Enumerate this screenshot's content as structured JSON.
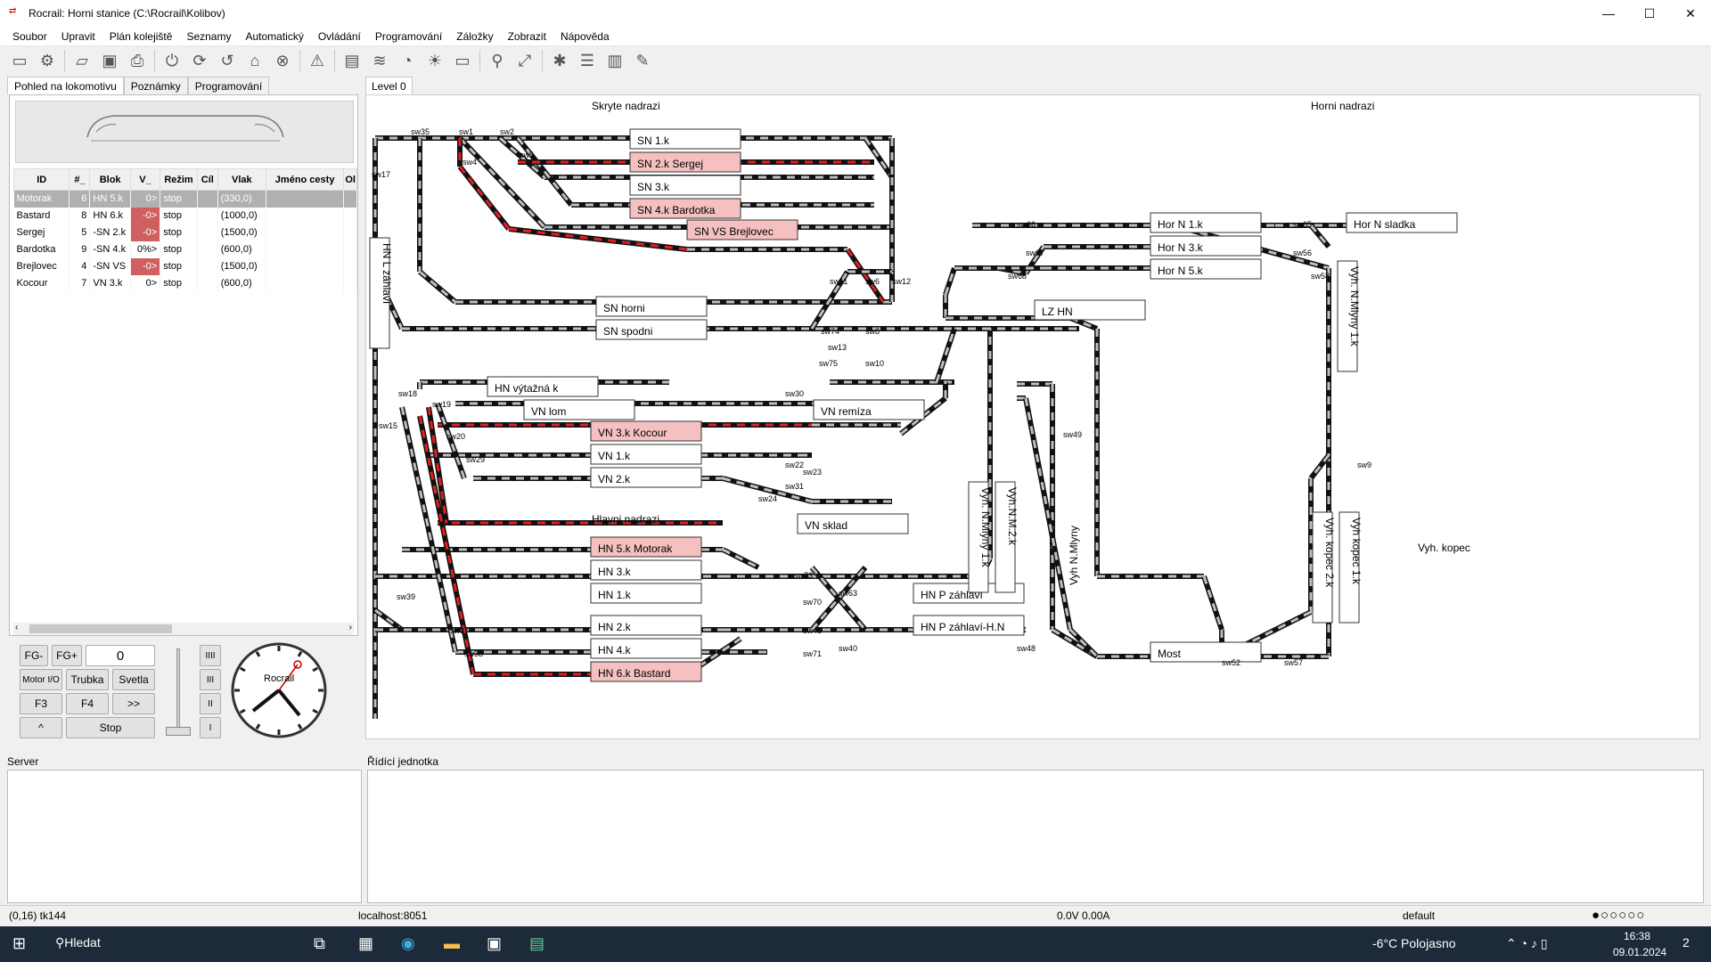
{
  "window": {
    "title": "Rocrail: Horni stanice (C:\\Rocrail\\Kolibov)"
  },
  "menu": [
    "Soubor",
    "Upravit",
    "Plán kolejiště",
    "Seznamy",
    "Automatický",
    "Ovládání",
    "Programování",
    "Záložky",
    "Zobrazit",
    "Nápověda"
  ],
  "toolbar_icons": [
    "server-icon",
    "settings-icon",
    "open-icon",
    "save-icon",
    "print-icon",
    "power-icon",
    "sync-icon",
    "undo-icon",
    "home-icon",
    "cancel-icon",
    "warning-icon",
    "train-icon",
    "wifi-icon",
    "gauge-icon",
    "light-icon",
    "monitor-icon",
    "zoom-icon",
    "fullscreen-icon",
    "bug-icon",
    "list-icon",
    "book-icon",
    "notes-icon"
  ],
  "left_tabs": [
    "Pohled na lokomotivu",
    "Poznámky",
    "Programování"
  ],
  "loco_table": {
    "headers": [
      "ID",
      "#_",
      "Blok",
      "V_",
      "Režim",
      "Cíl",
      "Vlak",
      "Jméno cesty",
      "Ol"
    ],
    "rows": [
      {
        "id": "Motorak",
        "num": "6",
        "blok": "HN 5.k",
        "v": "0>",
        "rezim": "stop",
        "cil": "",
        "vlak": "(330,0)",
        "red": false
      },
      {
        "id": "Bastard",
        "num": "8",
        "blok": "HN 6.k",
        "v": "-0>",
        "rezim": "stop",
        "cil": "",
        "vlak": "(1000,0)",
        "red": true
      },
      {
        "id": "Sergej",
        "num": "5",
        "blok": "-SN 2.k",
        "v": "-0>",
        "rezim": "stop",
        "cil": "",
        "vlak": "(1500,0)",
        "red": true
      },
      {
        "id": "Bardotka",
        "num": "9",
        "blok": "-SN 4.k",
        "v": "0%>",
        "rezim": "stop",
        "cil": "",
        "vlak": "(600,0)",
        "red": false
      },
      {
        "id": "Brejlovec",
        "num": "4",
        "blok": "-SN VS",
        "v": "-0>",
        "rezim": "stop",
        "cil": "",
        "vlak": "(1500,0)",
        "red": true
      },
      {
        "id": "Kocour",
        "num": "7",
        "blok": "VN 3.k",
        "v": "0>",
        "rezim": "stop",
        "cil": "",
        "vlak": "(600,0)",
        "red": false
      }
    ]
  },
  "controls": {
    "fg_minus": "FG-",
    "fg_plus": "FG+",
    "speed": "0",
    "motor": "Motor I/O",
    "trubka": "Trubka",
    "svetla": "Svetla",
    "f3": "F3",
    "f4": "F4",
    "more": ">>",
    "caret": "^",
    "stop": "Stop",
    "gears": [
      "IIII",
      "III",
      "II",
      "I"
    ],
    "clock_brand": "Rocrail"
  },
  "canvas_tab": "Level 0",
  "plan": {
    "areas": {
      "skryte": "Skryte nadrazi",
      "horni": "Horni nadrazi",
      "hlavni": "Hlavni nadrazi",
      "kopec": "Vyh. kopec"
    },
    "blocks": [
      {
        "label": "SN 1.k",
        "red": false
      },
      {
        "label": "SN 2.k Sergej",
        "red": true
      },
      {
        "label": "SN 3.k",
        "red": false
      },
      {
        "label": "SN 4.k Bardotka",
        "red": true
      },
      {
        "label": "SN VS Brejlovec",
        "red": true
      },
      {
        "label": "SN horni",
        "red": false
      },
      {
        "label": "SN spodni",
        "red": false
      },
      {
        "label": "HN výtažná k",
        "red": false
      },
      {
        "label": "VN lom",
        "red": false
      },
      {
        "label": "VN remíza",
        "red": false
      },
      {
        "label": "VN 3.k Kocour",
        "red": true
      },
      {
        "label": "VN 1.k",
        "red": false
      },
      {
        "label": "VN 2.k",
        "red": false
      },
      {
        "label": "VN sklad",
        "red": false
      },
      {
        "label": "HN 5.k Motorak",
        "red": true
      },
      {
        "label": "HN 3.k",
        "red": false
      },
      {
        "label": "HN 1.k",
        "red": false
      },
      {
        "label": "HN P záhlaví",
        "red": false
      },
      {
        "label": "HN 2.k",
        "red": false
      },
      {
        "label": "HN P záhlaví-H.N",
        "red": false
      },
      {
        "label": "HN 4.k",
        "red": false
      },
      {
        "label": "HN 6.k Bastard",
        "red": true
      },
      {
        "label": "Hor N 1.k",
        "red": false
      },
      {
        "label": "Hor N sladka",
        "red": false
      },
      {
        "label": "Hor N 3.k",
        "red": false
      },
      {
        "label": "Hor N 5.k",
        "red": false
      },
      {
        "label": "LZ HN",
        "red": false
      },
      {
        "label": "Most",
        "red": false
      },
      {
        "label": "HN L záhlaví",
        "red": false
      },
      {
        "label": "LZ HN",
        "red": false
      },
      {
        "label": "Vyh. N.Mlyny 1.k",
        "red": false
      },
      {
        "label": "Vyh.N.M.2.k",
        "red": false
      },
      {
        "label": "Vyh N.Mlyny",
        "red": false
      },
      {
        "label": "Vyh. kopec 2.k",
        "red": false
      },
      {
        "label": "Vyh kopec 1.k",
        "red": false
      }
    ],
    "switches": [
      "sw35",
      "sw1",
      "sw2",
      "sw5",
      "sw4",
      "sw11",
      "sw6",
      "sw12",
      "sw74",
      "sw8",
      "sw13",
      "sw75",
      "sw10",
      "sw17",
      "sw66",
      "sw65",
      "sw67",
      "sw56",
      "sw68",
      "sw58",
      "sw18",
      "sw19",
      "sw20",
      "sw30",
      "sw29",
      "sw22",
      "sw23",
      "sw31",
      "sw24",
      "sw15",
      "sw73",
      "sw63",
      "sw39",
      "sw70",
      "sw37",
      "sw45",
      "sw40",
      "sw48",
      "sw38",
      "sw71",
      "sw52",
      "sw57",
      "sw49",
      "sw9"
    ]
  },
  "bottom": {
    "server": "Server",
    "ridici": "Řídící jednotka"
  },
  "status": {
    "pos": "(0,16) tk144",
    "host": "localhost:8051",
    "power": "0.0V 0.00A",
    "mode": "default"
  },
  "taskbar": {
    "search": "Hledat",
    "weather": "-6°C  Polojasno",
    "time": "16:38",
    "date": "09.01.2024",
    "notif": "2"
  }
}
